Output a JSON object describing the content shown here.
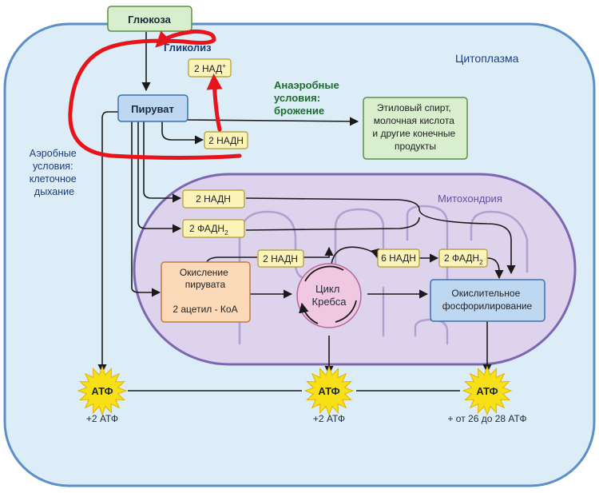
{
  "labels": {
    "glucose": "Глюкоза",
    "glycolysis": "Гликолиз",
    "cytoplasm": "Цитоплазма",
    "pyruvate": "Пируват",
    "nad_plus": "2 НАД",
    "nad_plus_sup": "+",
    "nadh_glyco": "2 НАДН",
    "anaerobic": [
      "Анаэробные",
      "условия:",
      "брожение"
    ],
    "products": [
      "Этиловый спирт,",
      "молочная кислота",
      "и другие конечные",
      "продукты"
    ],
    "aerobic": [
      "Аэробные",
      "условия:",
      "клеточное",
      "дыхание"
    ],
    "mitochondria": "Митохондрия",
    "nadh_mito": "2 НАДН",
    "fadh_mito": "2 ФАДН",
    "fadh_sub": "2",
    "oxidation": [
      "Окисление",
      "пирувата"
    ],
    "acetyl": "2 ацетил - КоА",
    "nadh_ox": "2 НАДН",
    "krebs": [
      "Цикл",
      "Кребса"
    ],
    "nadh6": "6 НАДН",
    "fadh_krebs": "2 ФАДН",
    "fadh_krebs_sub": "2",
    "oxphos": [
      "Окислительное",
      "фосфорилирование"
    ],
    "atp": "АТФ",
    "atp_left_caption": "+2 АТФ",
    "atp_mid_caption": "+2 АТФ",
    "atp_right_caption": "+ от 26 до 28 АТФ"
  },
  "colors": {
    "cell_fill": "#dcedf7",
    "cell_stroke": "#5a8fc8",
    "mito_fill": "#ddd3ec",
    "mito_stroke": "#7d66b0",
    "box_blue": "#bfd8f2",
    "box_green": "#d8eecc",
    "box_yellow": "#fbf3b8",
    "box_orange": "#fcd9b8",
    "krebs_fill": "#f0c8e2",
    "star": "#f7e015",
    "annotation_red": "#e8141c"
  },
  "icons": {
    "atp": "starburst-icon",
    "arrow": "arrowhead-icon"
  }
}
